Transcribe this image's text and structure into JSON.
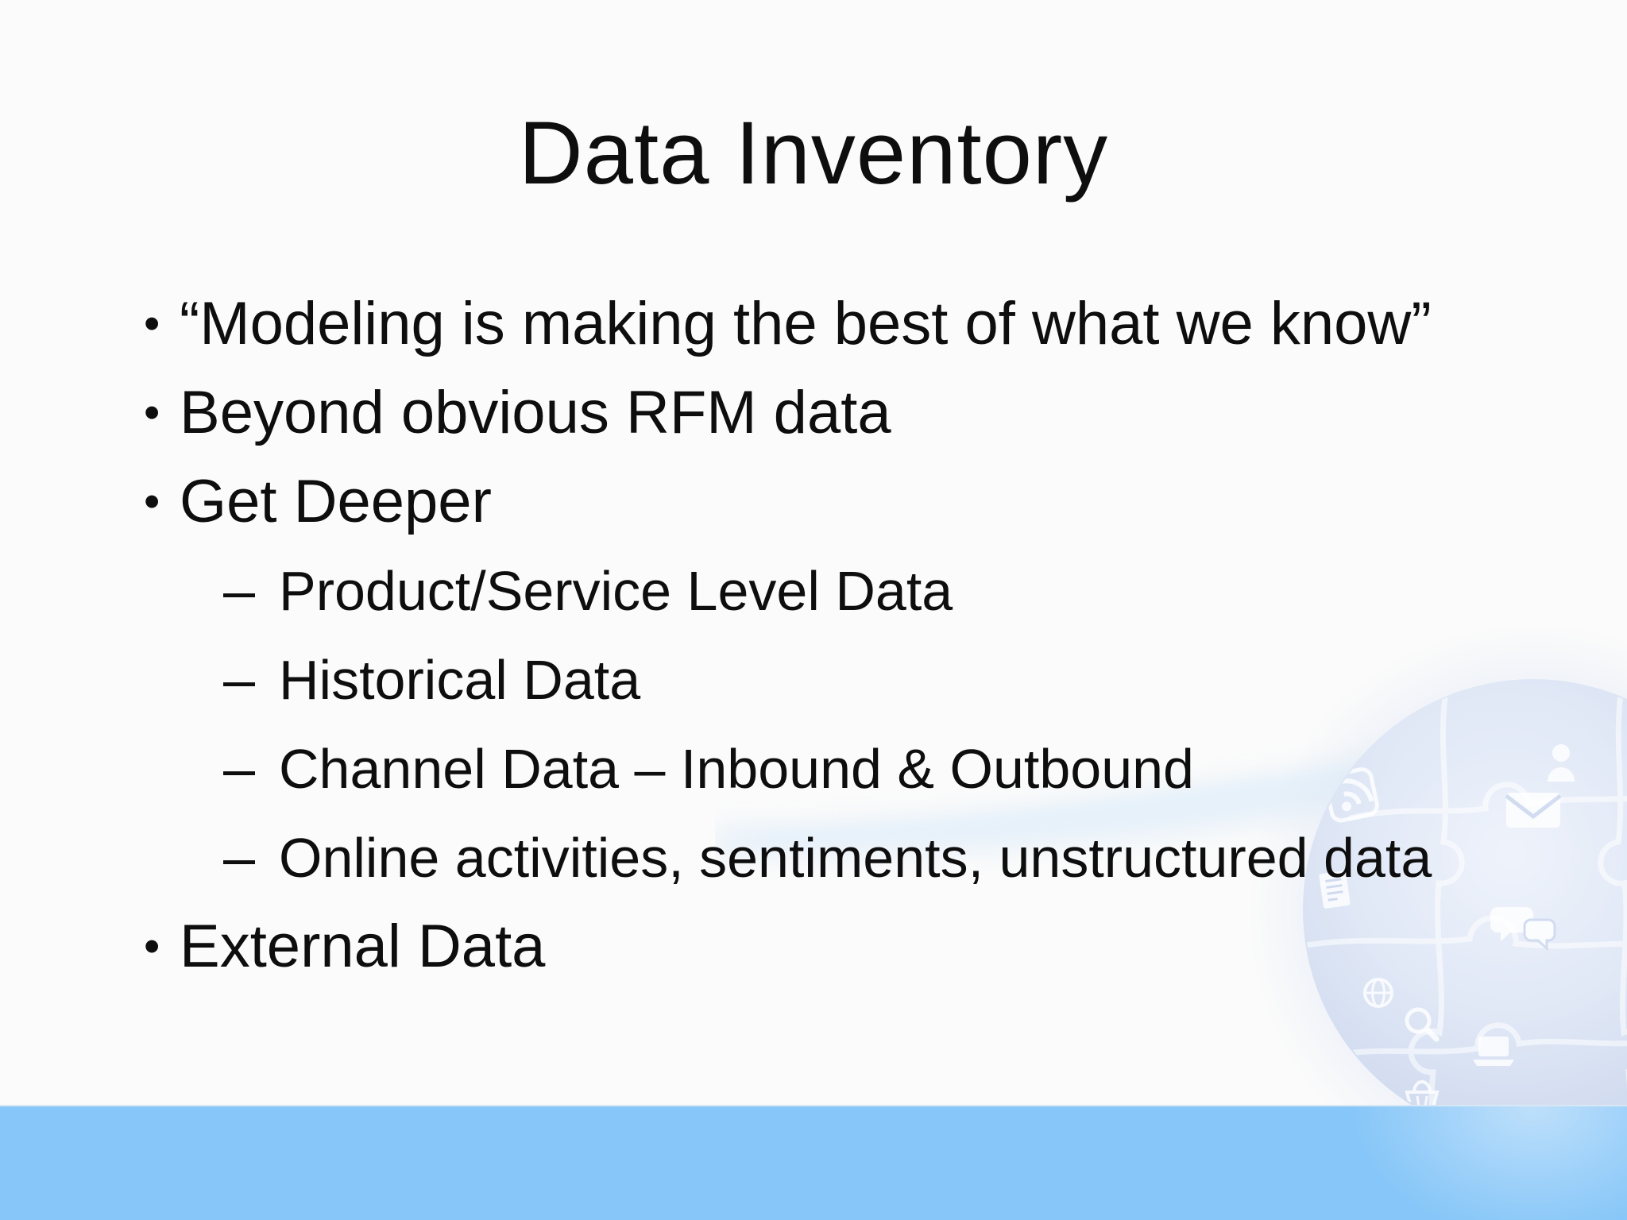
{
  "slide": {
    "title": "Data Inventory",
    "bullets": [
      {
        "level": 1,
        "marker": "•",
        "text": "“Modeling is making the best of what we know”"
      },
      {
        "level": 1,
        "marker": "•",
        "text": "Beyond obvious RFM data"
      },
      {
        "level": 1,
        "marker": "•",
        "text": "Get Deeper"
      },
      {
        "level": 2,
        "marker": "–",
        "text": "Product/Service Level Data"
      },
      {
        "level": 2,
        "marker": "–",
        "text": "Historical Data"
      },
      {
        "level": 2,
        "marker": "–",
        "text": "Channel Data – Inbound & Outbound"
      },
      {
        "level": 2,
        "marker": "–",
        "text": "Online activities, sentiments, unstructured data"
      },
      {
        "level": 1,
        "marker": "•",
        "text": "External Data"
      }
    ]
  },
  "colors": {
    "background": "#FBFBFB",
    "text": "#0E0E0E",
    "footer_band": "#86C6F8",
    "footer_band_top_edge": "#D8E7F4",
    "globe_fill": "#D9E2F3",
    "globe_lines": "#FFFFFF",
    "swoosh": "#CFE4F7"
  },
  "decor": {
    "globe_icons": [
      "wifi-icon",
      "phone-icon",
      "mail-icon",
      "person-icon",
      "chat-icon",
      "news-icon",
      "globe-grid-icon",
      "search-icon",
      "laptop-icon",
      "basket-icon"
    ]
  }
}
